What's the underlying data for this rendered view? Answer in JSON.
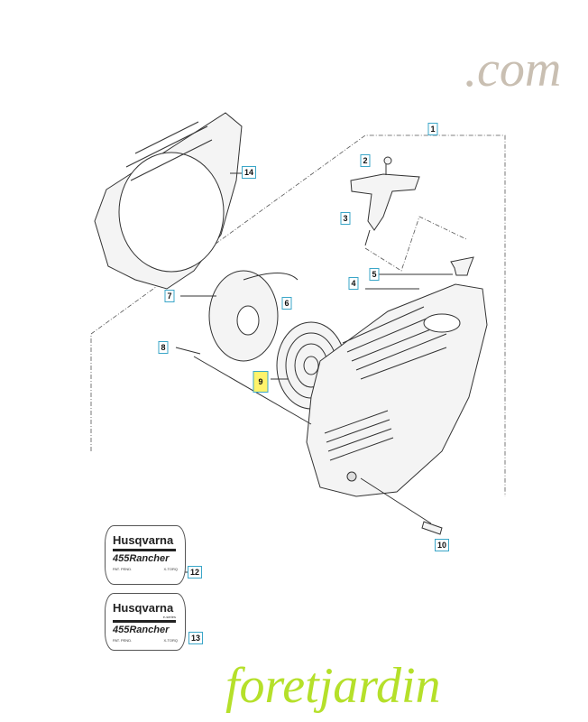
{
  "labels": {
    "l1": "1",
    "l2": "2",
    "l3": "3",
    "l4": "4",
    "l5": "5",
    "l6": "6",
    "l7": "7",
    "l8": "8",
    "l9": "9",
    "l10": "10",
    "l12": "12",
    "l13": "13",
    "l14": "14"
  },
  "decals": {
    "d12": {
      "brand": "Husqvarna",
      "model": "455Rancher",
      "left": "PAT. PEND.",
      "right": "X-TORQ"
    },
    "d13": {
      "brand": "Husqvarna",
      "series": "e-series",
      "model": "455Rancher",
      "left": "PAT. PEND.",
      "right": "X-TORQ"
    }
  },
  "watermark": {
    "main": "foretjardin",
    "suffix": ".com",
    "main_color": "#b5e02a",
    "suffix_color": "#c9bfb2"
  },
  "highlight_color": "#fff36b"
}
